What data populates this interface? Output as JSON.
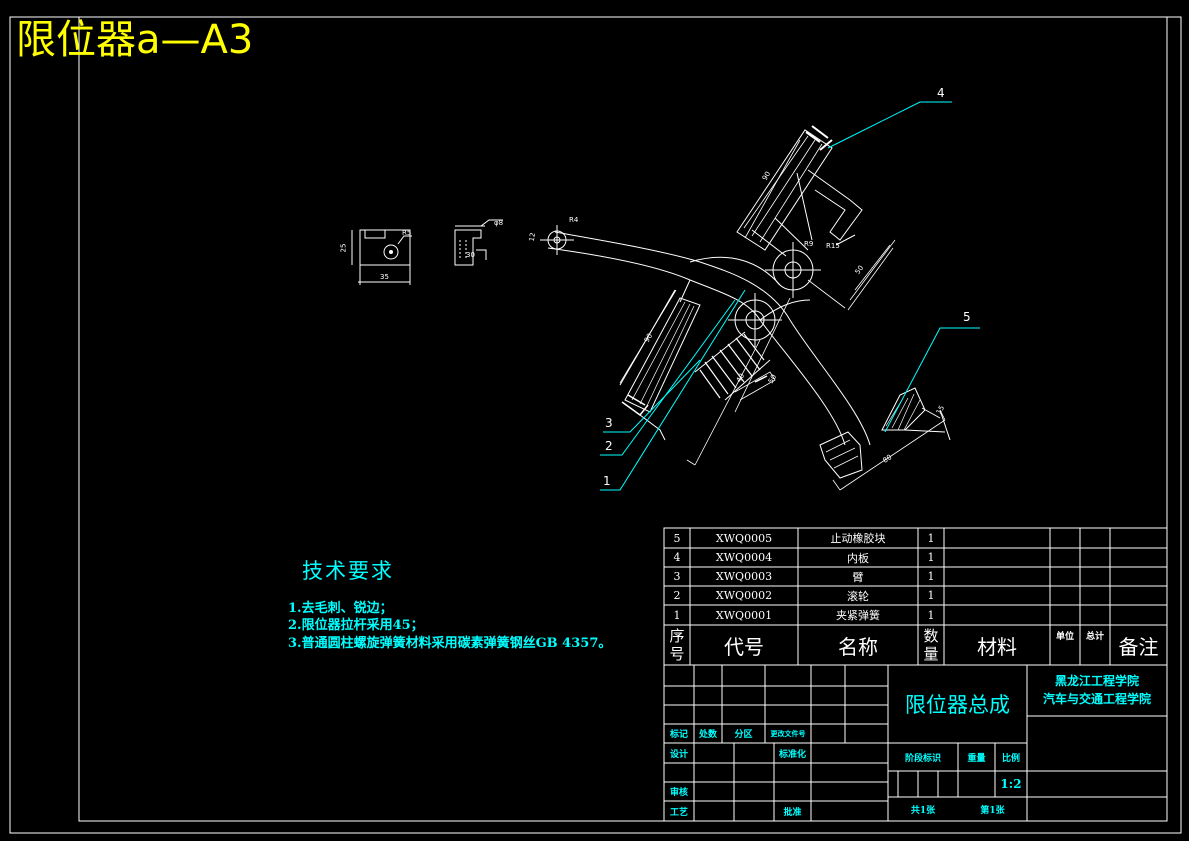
{
  "title": "限位器a—A3",
  "tech_requirements": {
    "heading": "技术要求",
    "items": [
      "1.去毛刺、锐边；",
      "2.限位器拉杆采用45；",
      "3.普通圆柱螺旋弹簧材料采用碳素弹簧钢丝GB 4357。"
    ]
  },
  "balloons": [
    "1",
    "2",
    "3",
    "4",
    "5"
  ],
  "dimensions": [
    "R5",
    "25",
    "35",
    "φ8",
    "30",
    "R4",
    "12",
    "90",
    "R9",
    "R15",
    "50",
    "90",
    "40",
    "50",
    "15",
    "80"
  ],
  "parts_list": [
    {
      "no": "5",
      "code": "XWQ0005",
      "name": "止动橡胶块",
      "qty": "1"
    },
    {
      "no": "4",
      "code": "XWQ0004",
      "name": "内板",
      "qty": "1"
    },
    {
      "no": "3",
      "code": "XWQ0003",
      "name": "臂",
      "qty": "1"
    },
    {
      "no": "2",
      "code": "XWQ0002",
      "name": "滚轮",
      "qty": "1"
    },
    {
      "no": "1",
      "code": "XWQ0001",
      "name": "夹紧弹簧",
      "qty": "1"
    }
  ],
  "parts_header": {
    "no_top": "序",
    "no_bottom": "号",
    "code": "代号",
    "name": "名称",
    "qty_top": "数",
    "qty_bottom": "量",
    "material": "材料",
    "unit": "单位",
    "total": "总计",
    "remark": "备注"
  },
  "title_block": {
    "drawing_name": "限位器总成",
    "org_line1": "黑龙江工程学院",
    "org_line2": "汽车与交通工程学院",
    "mark": "标记",
    "count": "处数",
    "zone": "分区",
    "change_doc": "更改文件号",
    "design": "设计",
    "standard": "标准化",
    "review": "审核",
    "process": "工艺",
    "approve": "批准",
    "stage": "阶段标识",
    "weight": "重量",
    "scale_label": "比例",
    "scale": "1:2",
    "sheets_total": "共1张",
    "sheet_no": "第1张"
  }
}
